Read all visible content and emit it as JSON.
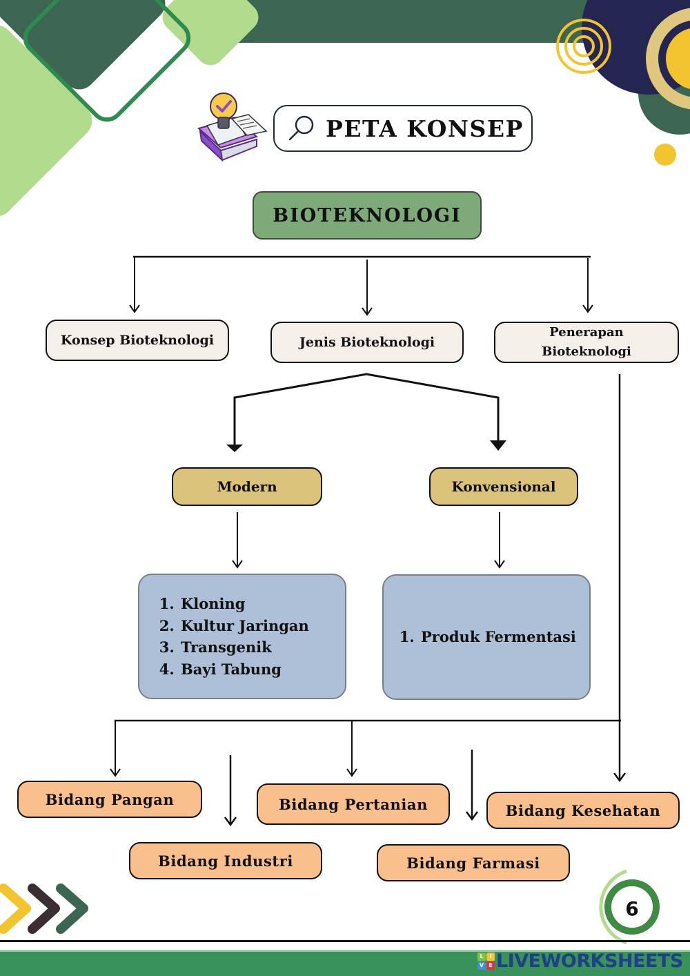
{
  "header": {
    "title": "PETA KONSEP",
    "icons": [
      "lightbulb-book-icon",
      "magnifier-icon"
    ]
  },
  "root": {
    "label": "BIOTEKNOLOGI"
  },
  "level1": [
    {
      "label": "Konsep Bioteknologi"
    },
    {
      "label": "Jenis Bioteknologi"
    },
    {
      "label_line1": "Penerapan",
      "label_line2": "Bioteknologi"
    }
  ],
  "types": [
    {
      "label": "Modern",
      "items": [
        "Kloning",
        "Kultur Jaringan",
        "Transgenik",
        "Bayi Tabung"
      ]
    },
    {
      "label": "Konvensional",
      "items": [
        "Produk Fermentasi"
      ]
    }
  ],
  "fields": [
    {
      "label": "Bidang Pangan"
    },
    {
      "label": "Bidang Industri"
    },
    {
      "label": "Bidang Pertanian"
    },
    {
      "label": "Bidang Farmasi"
    },
    {
      "label": "Bidang Kesehatan"
    }
  ],
  "footer": {
    "page_number": "6",
    "brand": "LIVEWORKSHEETS",
    "brand_logo_letters": [
      "L",
      "I",
      "V",
      "E"
    ]
  },
  "colors": {
    "dark_green": "#3c6651",
    "light_green": "#b3db8e",
    "navy": "#242551",
    "yellow": "#f4c430",
    "root_green": "#7daa78",
    "level1_bg": "#f4efe9",
    "type_bg": "#dcc37c",
    "list_bg": "#adc0d8",
    "field_bg": "#f9bf8d",
    "footer_green": "#38925a",
    "brand_blue": "#1f3f86"
  }
}
